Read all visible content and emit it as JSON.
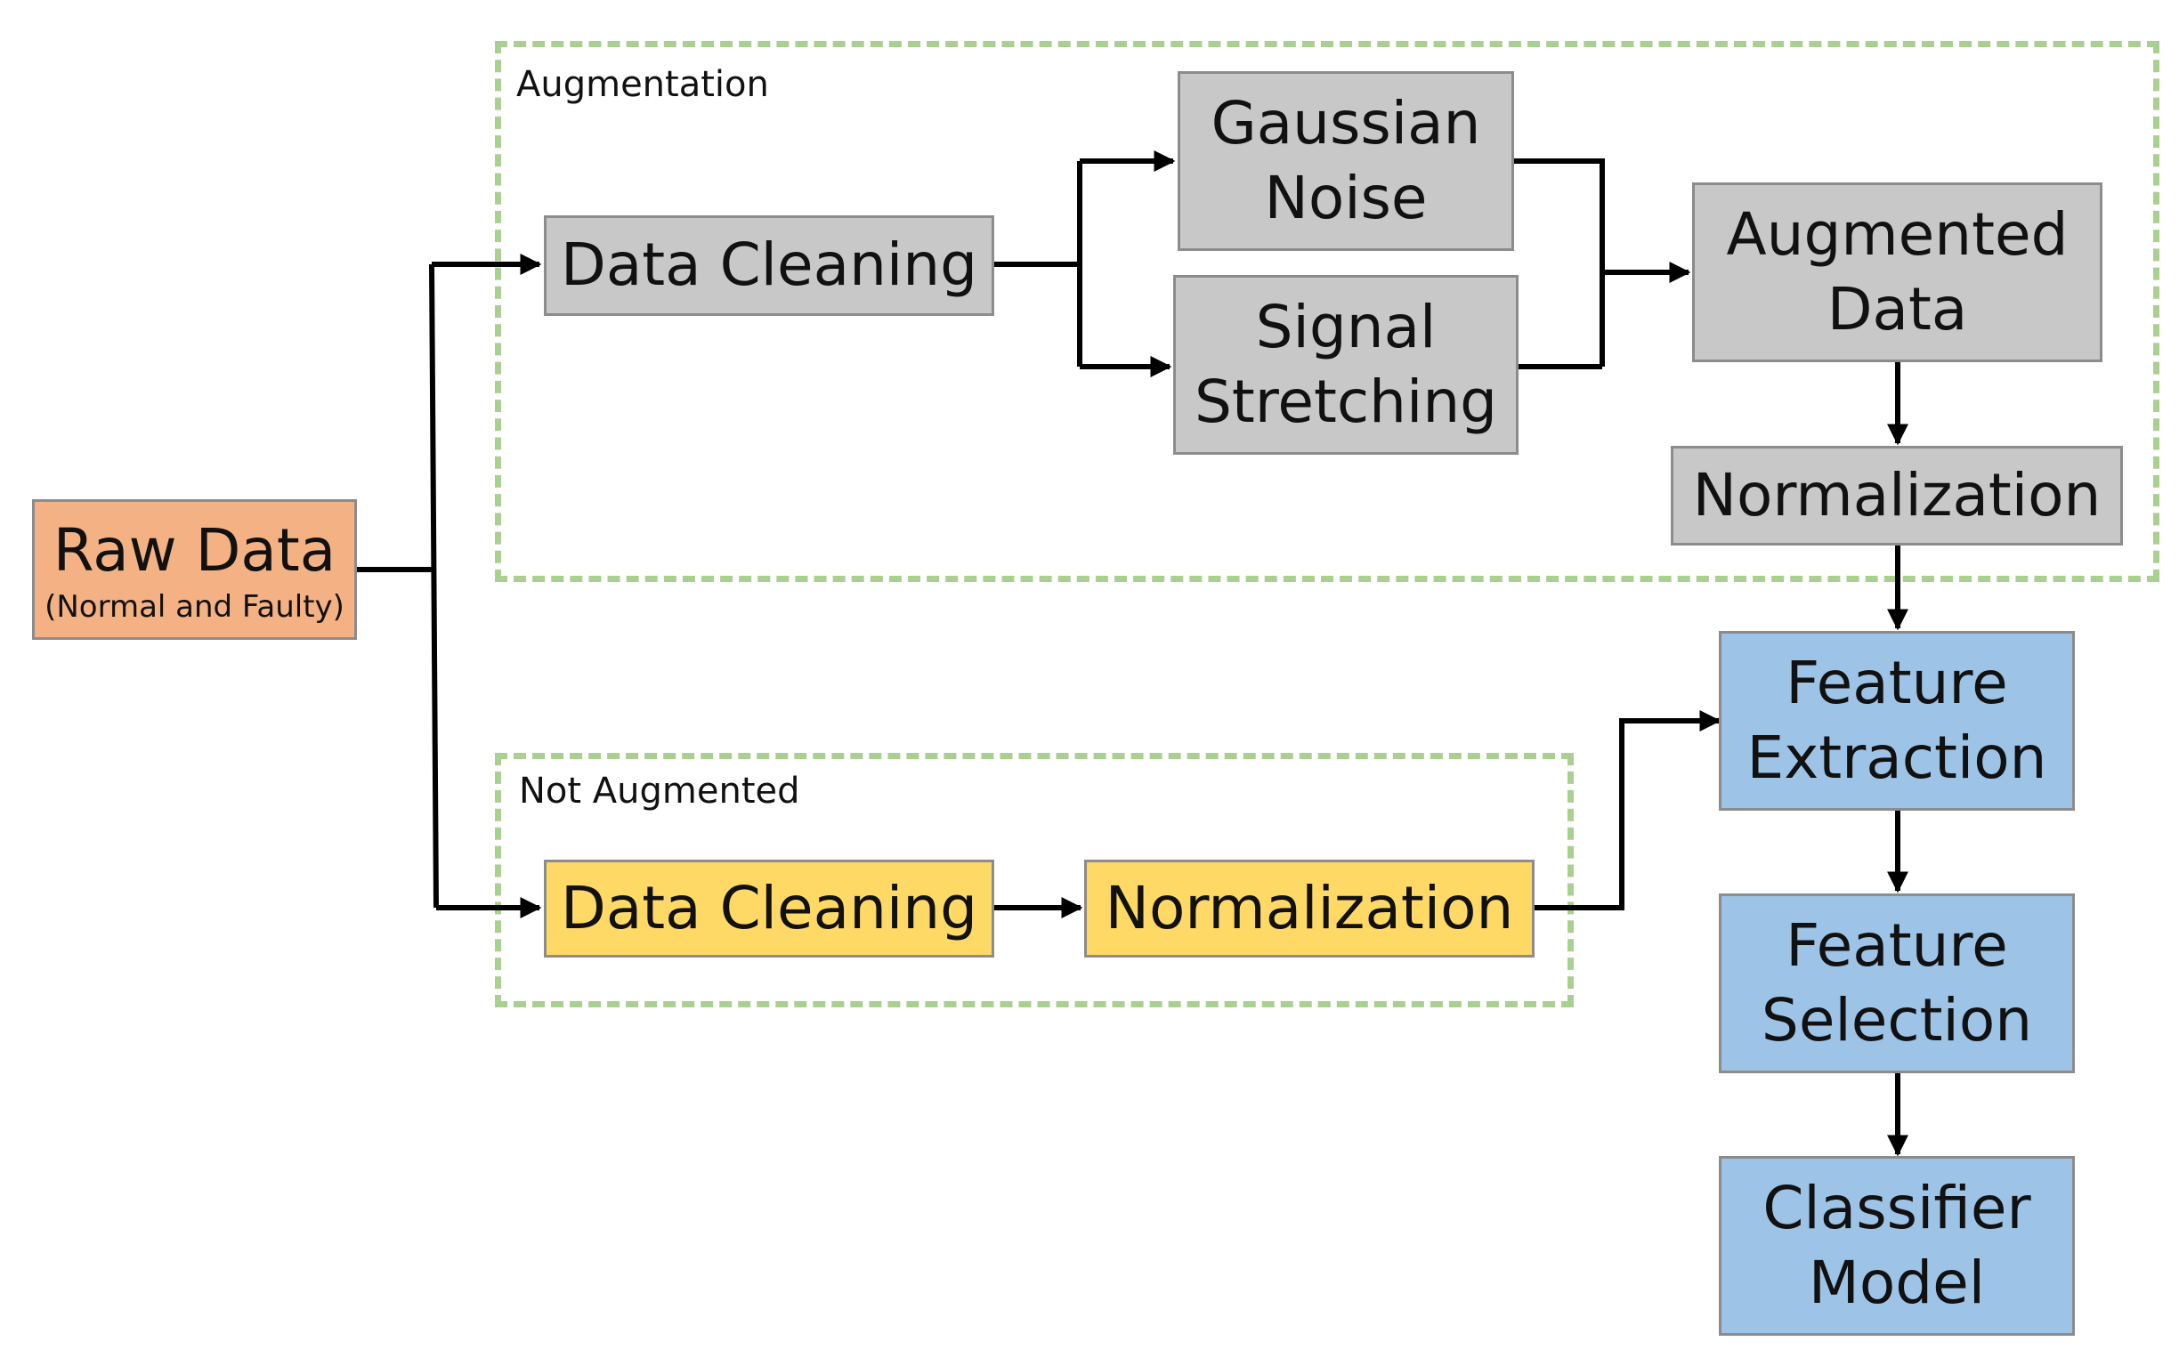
{
  "colors": {
    "process_gray": "#c8c8c8",
    "raw_orange": "#f4b183",
    "not_augmented_yellow": "#ffd966",
    "pipeline_blue": "#9dc3e6",
    "group_border_green": "#a9d08e",
    "arrow_black": "#000000"
  },
  "groups": {
    "augmentation": {
      "label": "Augmentation"
    },
    "not_augmented": {
      "label": "Not Augmented"
    }
  },
  "nodes": {
    "raw_data": {
      "title": "Raw Data",
      "subtitle": "(Normal and Faulty)"
    },
    "aug_data_cleaning": {
      "lines": [
        "Data Cleaning"
      ]
    },
    "gaussian_noise": {
      "lines": [
        "Gaussian",
        "Noise"
      ]
    },
    "signal_stretching": {
      "lines": [
        "Signal",
        "Stretching"
      ]
    },
    "augmented_data": {
      "lines": [
        "Augmented",
        "Data"
      ]
    },
    "aug_normalization": {
      "lines": [
        "Normalization"
      ]
    },
    "na_data_cleaning": {
      "lines": [
        "Data Cleaning"
      ]
    },
    "na_normalization": {
      "lines": [
        "Normalization"
      ]
    },
    "feature_extraction": {
      "lines": [
        "Feature",
        "Extraction"
      ]
    },
    "feature_selection": {
      "lines": [
        "Feature",
        "Selection"
      ]
    },
    "classifier_model": {
      "lines": [
        "Classifier",
        "Model"
      ]
    }
  }
}
